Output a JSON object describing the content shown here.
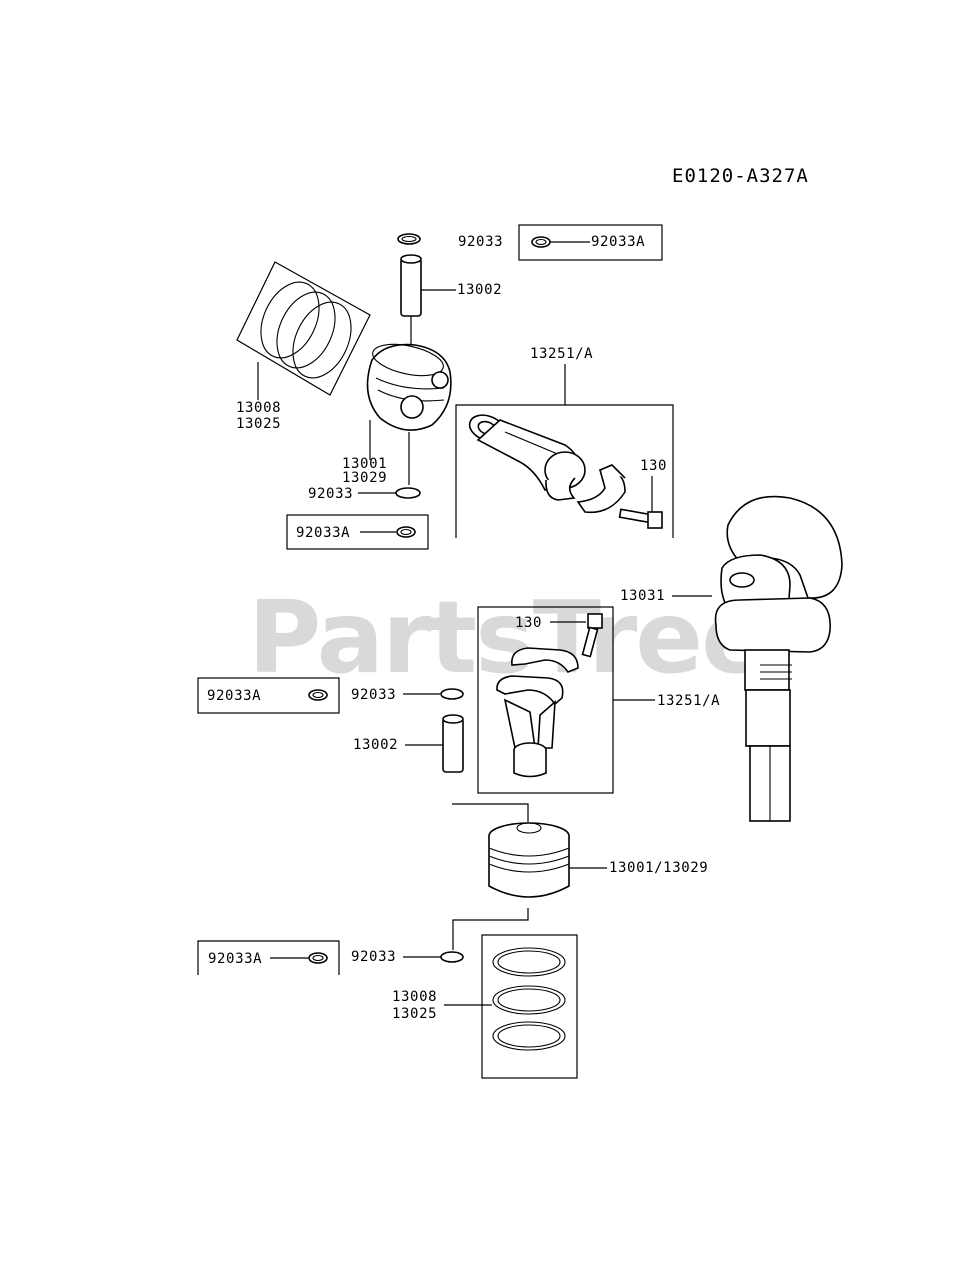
{
  "diagram_code": "E0120-A327A",
  "watermark": "PartsTree",
  "labels": {
    "top_clip_92033": "92033",
    "top_clip_box_92033A": "92033A",
    "top_pin_13002": "13002",
    "top_rod_13251A": "13251/A",
    "top_bolt_130": "130",
    "top_rings_13008": "13008",
    "top_rings_13025": "13025",
    "top_piston_13001": "13001",
    "top_piston_13029": "13029",
    "top_lower_clip_92033": "92033",
    "top_lower_box_92033A": "92033A",
    "crankshaft_13031": "13031",
    "bot_bolt_130": "130",
    "bot_box1_92033A": "92033A",
    "bot_clip_92033": "92033",
    "bot_rod_13251A": "13251/A",
    "bot_pin_13002": "13002",
    "bot_piston_13001_13029": "13001/13029",
    "bot_box2_92033A": "92033A",
    "bot_lower_clip_92033": "92033",
    "bot_rings_13008": "13008",
    "bot_rings_13025": "13025"
  },
  "icons": [
    "circlip-icon",
    "piston-pin-icon",
    "piston-icon",
    "piston-ring-set-icon",
    "connecting-rod-icon",
    "bolt-icon",
    "crankshaft-icon"
  ]
}
